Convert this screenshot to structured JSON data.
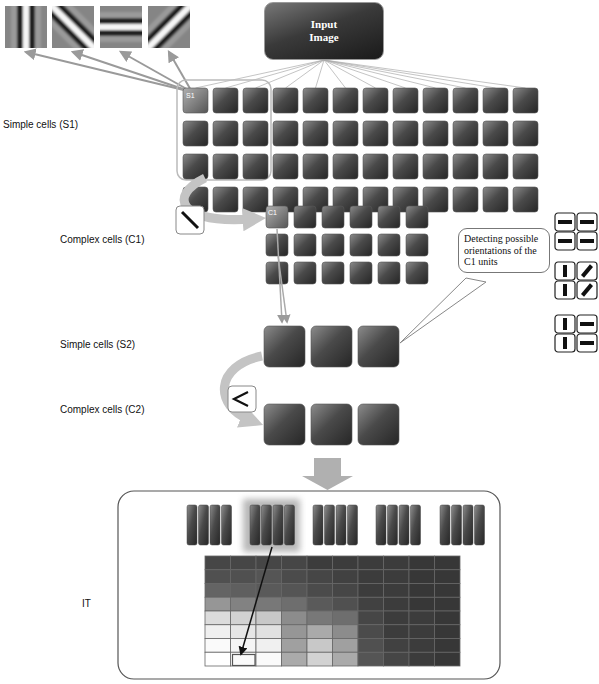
{
  "diagram": {
    "nodes": [
      {
        "text": [
          "Input Image"
        ]
      },
      {
        "text": [
          "Detecting possible orientations of the C1 units"
        ]
      }
    ],
    "labels": [
      "Simple cells (S1)",
      "Complex cells (C1)",
      "Simple cells (S2)",
      "Complex cells (C2)",
      "IT",
      "S1",
      "C1"
    ]
  }
}
